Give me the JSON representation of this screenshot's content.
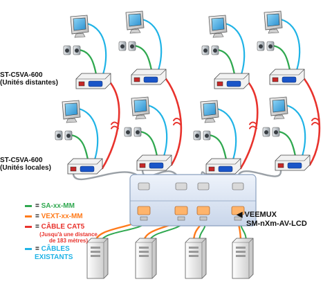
{
  "labels": {
    "remote_model": "ST-C5VA-600",
    "remote_desc": "(Unités distantes)",
    "local_model": "ST-C5VA-600",
    "local_desc": "(Unités locales)",
    "switch_brand": "VEEMUX",
    "switch_model": "SM-nXm-AV-LCD"
  },
  "legend": {
    "items": [
      {
        "label": "SA-xx-MM",
        "color": "#2fa84f"
      },
      {
        "label": "VEXT-xx-MM",
        "color": "#ff7a1a"
      },
      {
        "label": "CÂBLE CAT5",
        "color": "#e8322c"
      },
      {
        "label": "CÂBLES",
        "color": "#1fb3e6"
      }
    ],
    "cat5_note_line1": "(Jusqu'à une distance",
    "cat5_note_line2": "de 183 mètres)",
    "existing_line2": "EXISTANTS",
    "prefix": "="
  },
  "colors": {
    "sa_cable": "#2fa84f",
    "vext_cable": "#ff7a1a",
    "cat5_cable": "#e8322c",
    "existing_cable": "#1fb3e6",
    "switch_body": "#dce6f4",
    "extender_accent": "#1a55c8"
  }
}
